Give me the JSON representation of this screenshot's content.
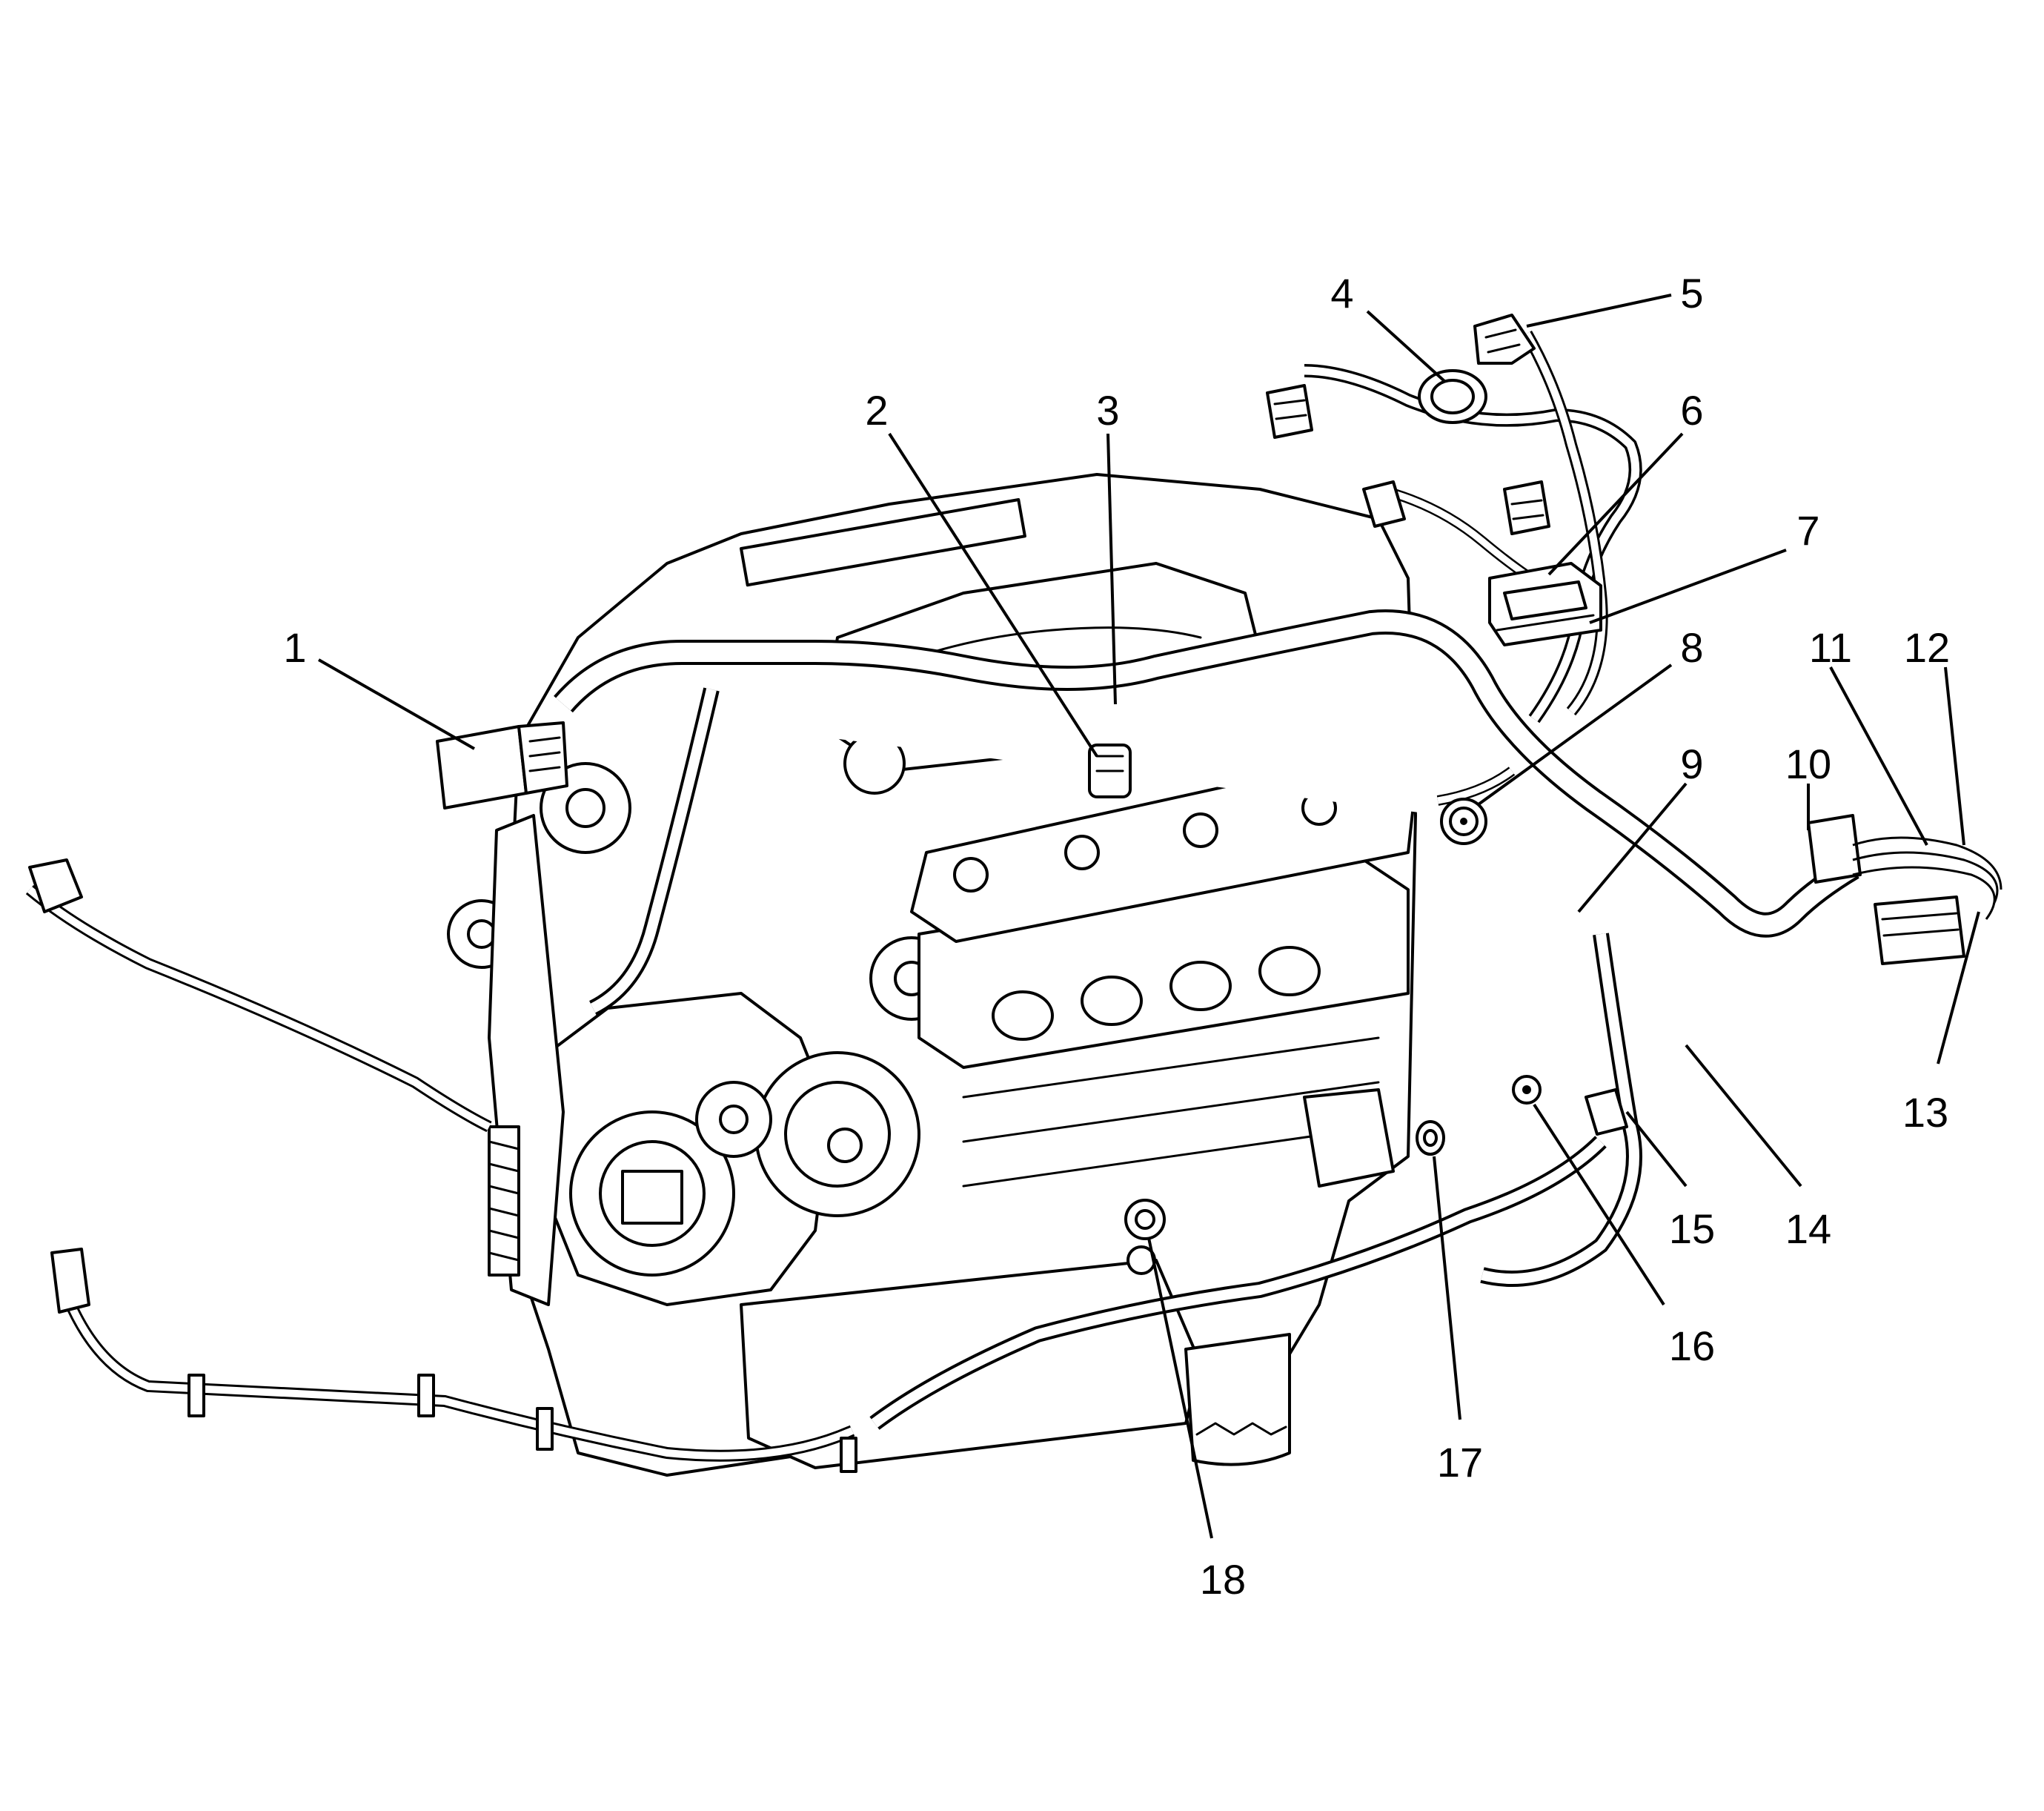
{
  "callouts": [
    {
      "id": "1",
      "label": "1"
    },
    {
      "id": "2",
      "label": "2"
    },
    {
      "id": "3",
      "label": "3"
    },
    {
      "id": "4",
      "label": "4"
    },
    {
      "id": "5",
      "label": "5"
    },
    {
      "id": "6",
      "label": "6"
    },
    {
      "id": "7",
      "label": "7"
    },
    {
      "id": "8",
      "label": "8"
    },
    {
      "id": "9",
      "label": "9"
    },
    {
      "id": "10",
      "label": "10"
    },
    {
      "id": "11",
      "label": "11"
    },
    {
      "id": "12",
      "label": "12"
    },
    {
      "id": "13",
      "label": "13"
    },
    {
      "id": "14",
      "label": "14"
    },
    {
      "id": "15",
      "label": "15"
    },
    {
      "id": "16",
      "label": "16"
    },
    {
      "id": "17",
      "label": "17"
    },
    {
      "id": "18",
      "label": "18"
    }
  ],
  "colors": {
    "ink": "#000000",
    "background": "#ffffff"
  }
}
